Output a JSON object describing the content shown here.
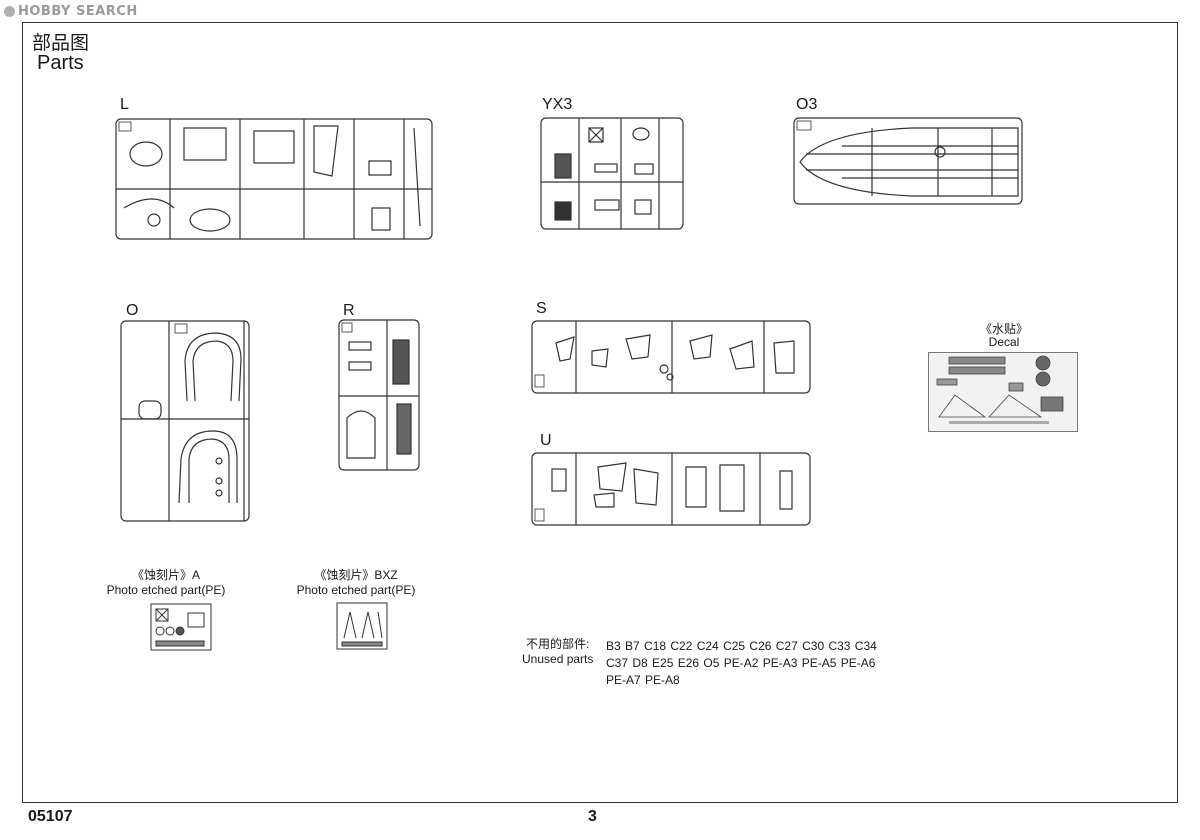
{
  "watermark": {
    "text": "HOBBY SEARCH"
  },
  "header": {
    "title_cn": "部品图",
    "title_en": "Parts"
  },
  "sprues": [
    {
      "id": "L",
      "label": "L"
    },
    {
      "id": "YX3",
      "label": "YX3"
    },
    {
      "id": "O3",
      "label": "O3"
    },
    {
      "id": "O",
      "label": "O"
    },
    {
      "id": "R",
      "label": "R"
    },
    {
      "id": "S",
      "label": "S"
    },
    {
      "id": "U",
      "label": "U"
    }
  ],
  "decal": {
    "label_cn": "《水贴》",
    "label_en": "Decal"
  },
  "photo_etch": [
    {
      "label_cn": "《蚀刻片》A",
      "label_en": "Photo etched part(PE)"
    },
    {
      "label_cn": "《蚀刻片》BXZ",
      "label_en": "Photo etched part(PE)"
    }
  ],
  "unused": {
    "label_cn": "不用的部件:",
    "label_en": "Unused parts",
    "list": "B3 B7 C18 C22 C24 C25 C26 C27 C30 C33 C34 C37 D8 E25 E26 O5 PE-A2 PE-A3 PE-A5 PE-A6 PE-A7 PE-A8"
  },
  "footer": {
    "code": "05107",
    "page": "3"
  }
}
